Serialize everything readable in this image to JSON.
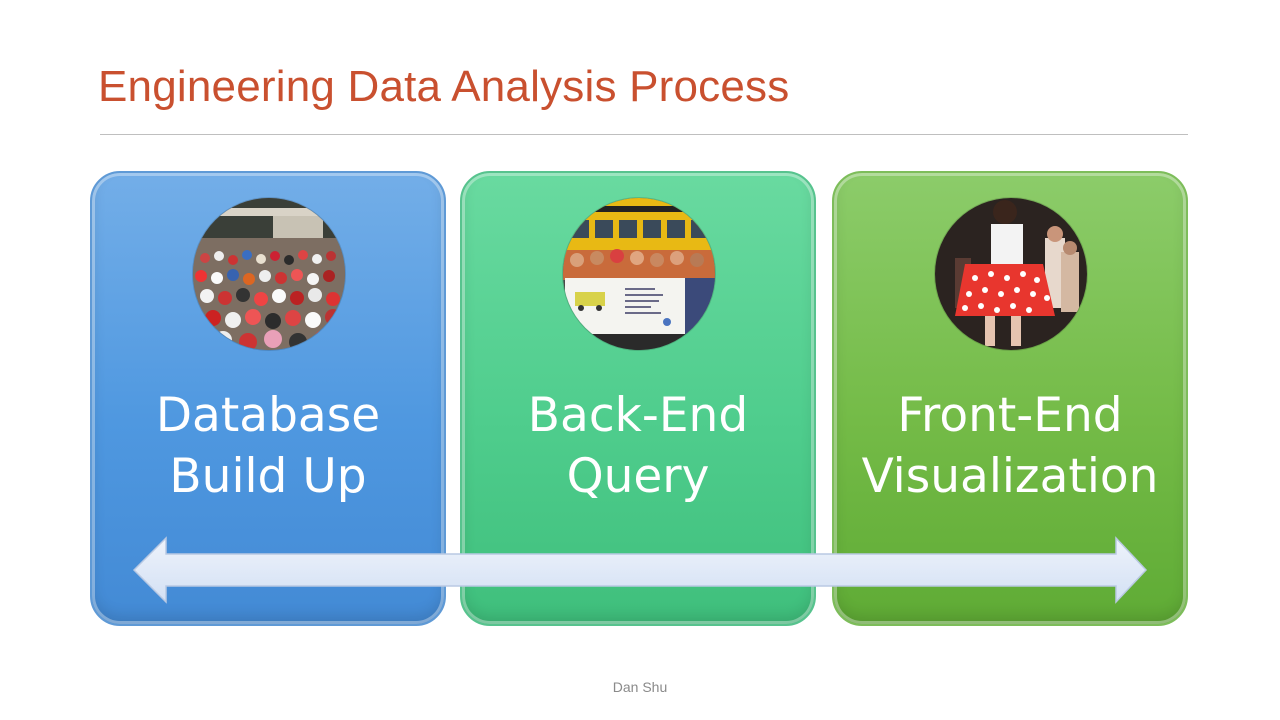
{
  "slide": {
    "title": "Engineering Data Analysis Process",
    "footer": "Dan Shu"
  },
  "cards": [
    {
      "line1": "Database",
      "line2": "Build Up",
      "photo": "crowd-of-children-photo"
    },
    {
      "line1": "Back-End",
      "line2": "Query",
      "photo": "school-bus-banner-photo"
    },
    {
      "line1": "Front-End",
      "line2": "Visualization",
      "photo": "dancing-girl-photo"
    }
  ],
  "arrow": {
    "type": "double-headed-arrow",
    "color": "#dbe6f7"
  }
}
